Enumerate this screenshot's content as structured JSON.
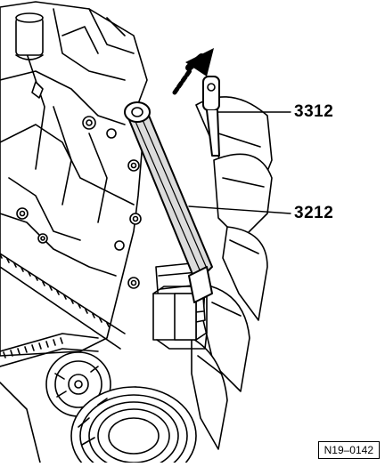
{
  "callouts": {
    "tool_upper": "3312",
    "tool_lower": "3212"
  },
  "figure_ref": "N19–0142",
  "colors": {
    "ink": "#000000",
    "paper": "#ffffff",
    "tool_fill": "#dcdcdc"
  }
}
